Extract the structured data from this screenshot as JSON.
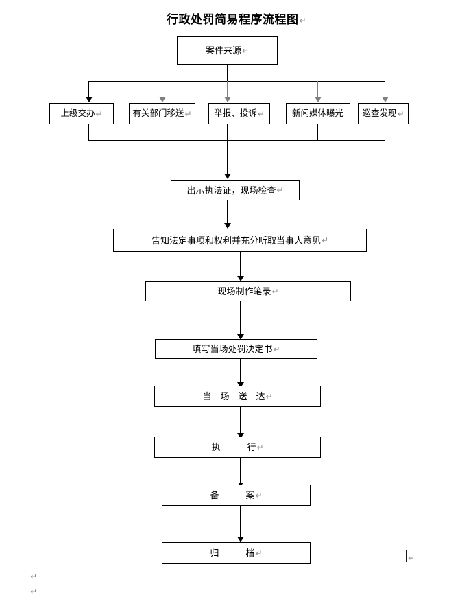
{
  "document": {
    "title": "行政处罚简易程序流程图",
    "title_pilcrow": "↵",
    "pilcrow_glyph": "↵"
  },
  "flowchart": {
    "type": "flowchart",
    "orientation": "top-to-bottom",
    "source_node": {
      "id": "source",
      "label": "案件来源",
      "pilcrow": "↵"
    },
    "source_branches": [
      {
        "id": "b1",
        "label": "上级交办",
        "pilcrow": "↵",
        "arrow_color": "#000000"
      },
      {
        "id": "b2",
        "label": "有关部门移送",
        "pilcrow": "↵",
        "arrow_color": "#7f7f7f"
      },
      {
        "id": "b3",
        "label": "举报、投诉",
        "pilcrow": "↵",
        "arrow_color": "#7f7f7f"
      },
      {
        "id": "b4",
        "label": "新闻媒体曝光",
        "pilcrow": "",
        "arrow_color": "#7f7f7f"
      },
      {
        "id": "b5",
        "label": "巡查发现",
        "pilcrow": "↵",
        "arrow_color": "#7f7f7f"
      }
    ],
    "main_steps": [
      {
        "id": "s1",
        "label": "出示执法证，现场检查",
        "pilcrow": "↵"
      },
      {
        "id": "s2",
        "label": "告知法定事项和权利并充分听取当事人意见",
        "pilcrow": "↵"
      },
      {
        "id": "s3",
        "label": "现场制作笔录",
        "pilcrow": "↵"
      },
      {
        "id": "s4",
        "label": "填写当场处罚决定书",
        "pilcrow": "↵"
      },
      {
        "id": "s5",
        "label": "当　场　送　达",
        "pilcrow": "↵"
      },
      {
        "id": "s6",
        "label": "执　　　行",
        "pilcrow": "↵"
      },
      {
        "id": "s7",
        "label": "备　　　案",
        "pilcrow": "↵"
      },
      {
        "id": "s8",
        "label": "归　　　档",
        "pilcrow": "↵"
      }
    ]
  },
  "stray_marks": {
    "bottom_left_1": "↵",
    "bottom_left_2": "↵",
    "right_caret": "↵"
  },
  "colors": {
    "line": "#000000",
    "gray_arrow": "#7f7f7f",
    "pilcrow": "#8a8a8a",
    "background": "#ffffff"
  }
}
